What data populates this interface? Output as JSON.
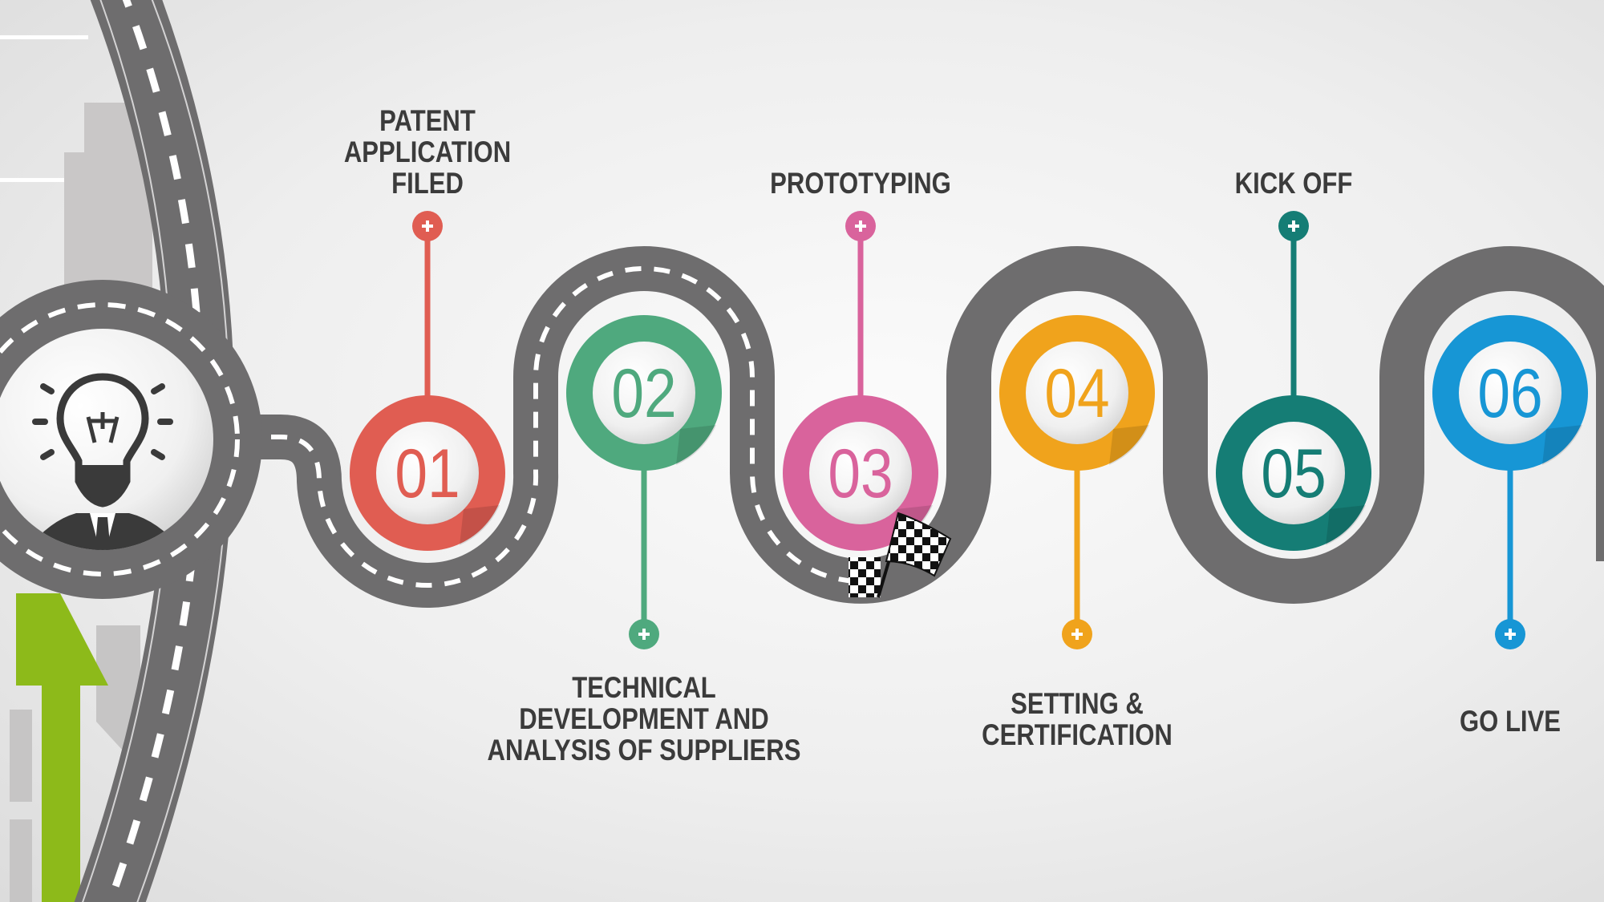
{
  "milestones": [
    {
      "number": "01",
      "label_lines": [
        "PATENT",
        "APPLICATION",
        "FILED"
      ],
      "position": "top",
      "color": "#e05d52"
    },
    {
      "number": "02",
      "label_lines": [
        "TECHNICAL",
        "DEVELOPMENT AND",
        "ANALYSIS OF SUPPLIERS"
      ],
      "position": "bottom",
      "color": "#4fa97e"
    },
    {
      "number": "03",
      "label_lines": [
        "PROTOTYPING"
      ],
      "position": "top",
      "color": "#d9639c"
    },
    {
      "number": "04",
      "label_lines": [
        "SETTING &",
        "CERTIFICATION"
      ],
      "position": "bottom",
      "color": "#f0a31c"
    },
    {
      "number": "05",
      "label_lines": [
        "KICK OFF"
      ],
      "position": "top",
      "color": "#157d75"
    },
    {
      "number": "06",
      "label_lines": [
        "GO LIVE"
      ],
      "position": "bottom",
      "color": "#1796d5"
    }
  ],
  "colors": {
    "road": "#6e6d6e",
    "text": "#3b3b3b",
    "arrow": "#8dba1a"
  },
  "icons": [
    "lightbulb-icon",
    "businessman-icon",
    "checkered-flag-icon",
    "plus-icon",
    "up-arrow-icon"
  ]
}
